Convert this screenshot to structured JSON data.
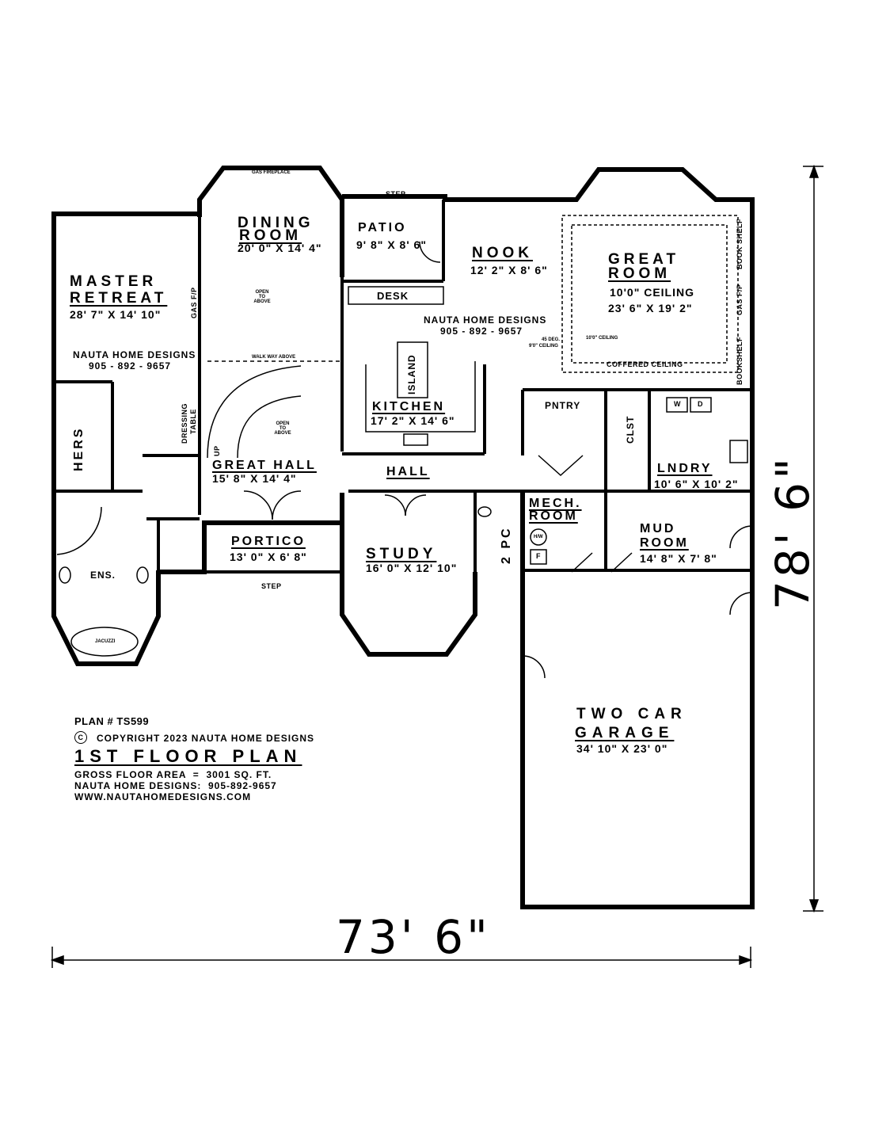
{
  "rooms": {
    "dining": {
      "name_line1": "DINING",
      "name_line2": "ROOM",
      "dims": "20' 0\" X 14' 4\"",
      "fireplace": "GAS FIREPLACE",
      "open": "OPEN TO ABOVE"
    },
    "master": {
      "name_line1": "MASTER",
      "name_line2": "RETREAT",
      "dims": "28' 7\" X 14' 10\"",
      "gas_fp": "GAS F/P",
      "company": "NAUTA HOME DESIGNS",
      "phone": "905 - 892 - 9657"
    },
    "patio": {
      "name": "PATIO",
      "dims": "9' 8\" X 8' 6\"",
      "step": "STEP"
    },
    "nook": {
      "name": "NOOK",
      "dims": "12' 2\" X 8' 6\""
    },
    "great_room": {
      "name_line1": "GREAT",
      "name_line2": "ROOM",
      "ceiling": "10'0\" CEILING",
      "dims": "23' 6\" X 19' 2\"",
      "coffered": "COFFERED CEILING",
      "book_shelf_top": "BOOK SHELF",
      "gas_fp": "GAS F/P",
      "bookshelf_bottom": "BOOKSHELF",
      "deg_note": "45 DEG.",
      "ceiling_9": "9'0\" CEILING",
      "ceiling_10": "10'0\" CEILING"
    },
    "desk": "DESK",
    "kitchen": {
      "name": "KITCHEN",
      "dims": "17' 2\" X 14' 6\"",
      "island": "ISLAND"
    },
    "center_note": {
      "company": "NAUTA HOME DESIGNS",
      "phone": "905 - 892 - 9657"
    },
    "pantry": "PNTRY",
    "closet": "CLST",
    "laundry": {
      "name": "LNDRY",
      "dims": "10' 6\" X 10' 2\"",
      "w": "W",
      "d": "D"
    },
    "hers": "HERS",
    "dressing": {
      "line1": "DRESSING",
      "line2": "TABLE"
    },
    "great_hall": {
      "name": "GREAT HALL",
      "dims": "15' 8\" X 14' 4\"",
      "walkway": "WALK WAY ABOVE",
      "open": "OPEN TO ABOVE",
      "up": "UP"
    },
    "hall": "HALL",
    "mech": {
      "name_line1": "MECH.",
      "name_line2": "ROOM",
      "hw": "H/W",
      "f": "F"
    },
    "two_pc": "2 PC",
    "mud": {
      "name_line1": "MUD",
      "name_line2": "ROOM",
      "dims": "14' 8\" X 7' 8\""
    },
    "portico": {
      "name": "PORTICO",
      "dims": "13' 0\" X 6' 8\"",
      "step": "STEP"
    },
    "study": {
      "name": "STUDY",
      "dims": "16' 0\" X 12' 10\""
    },
    "ensuite": {
      "name": "ENS.",
      "jacuzzi": "JACUZZI"
    },
    "garage": {
      "name_line1": "TWO CAR",
      "name_line2": "GARAGE",
      "dims": "34' 10\" X 23' 0\""
    }
  },
  "info": {
    "plan": "PLAN # TS599",
    "copyright_symbol": "C",
    "copyright": "COPYRIGHT 2023 NAUTA HOME DESIGNS",
    "title": "1ST FLOOR PLAN",
    "area": "GROSS FLOOR AREA  =  3001 SQ. FT.",
    "contact": "NAUTA HOME DESIGNS:  905-892-9657",
    "web": "WWW.NAUTAHOMEDESIGNS.COM"
  },
  "dimensions": {
    "width": "73' 6\"",
    "depth": "78' 6\""
  }
}
